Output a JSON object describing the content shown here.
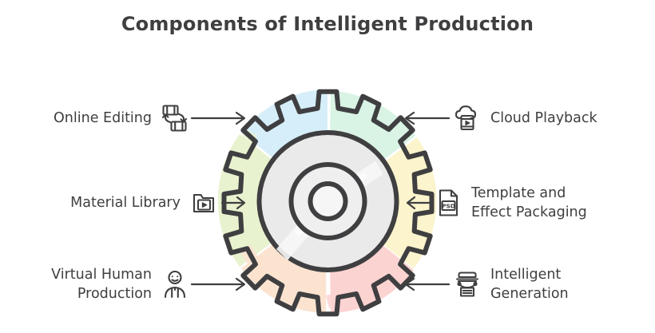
{
  "title": "Components of Intelligent Production",
  "diagram": {
    "center_name": "intelligent-production-gear",
    "gear": {
      "teeth": 14,
      "hub_label": "",
      "segments": [
        {
          "name": "online-editing-segment",
          "position": "top-left",
          "color": "#d6eef9"
        },
        {
          "name": "cloud-playback-segment",
          "position": "top-right",
          "color": "#d9f3e4"
        },
        {
          "name": "template-segment",
          "position": "right",
          "color": "#fbf4cc"
        },
        {
          "name": "intelligent-gen-segment",
          "position": "bottom-right",
          "color": "#fbd3d1"
        },
        {
          "name": "virtual-human-segment",
          "position": "bottom-left",
          "color": "#fbe3d0"
        },
        {
          "name": "material-library-segment",
          "position": "left",
          "color": "#e9f2cf"
        }
      ],
      "outline_color": "#3f3f41",
      "hub_color": "#eaeaea"
    }
  },
  "left_items": [
    {
      "label": "Online Editing",
      "icon": "film-swap-icon",
      "arrow": "arrow-right",
      "name": "online-editing"
    },
    {
      "label": "Material Library",
      "icon": "folder-play-icon",
      "arrow": "arrow-right",
      "name": "material-library"
    },
    {
      "label": "Virtual Human\nProduction",
      "icon": "person-icon",
      "arrow": "arrow-right",
      "name": "virtual-human-production"
    }
  ],
  "right_items": [
    {
      "label": "Cloud Playback",
      "icon": "cloud-video-icon",
      "arrow": "arrow-left",
      "name": "cloud-playback"
    },
    {
      "label": "Template and\nEffect Packaging",
      "icon": "psd-file-icon",
      "arrow": "arrow-left",
      "name": "template-and-effect-packaging"
    },
    {
      "label": "Intelligent\nGeneration",
      "icon": "typewriter-icon",
      "arrow": "arrow-left",
      "name": "intelligent-generation"
    }
  ],
  "colors": {
    "ink": "#3f3f41",
    "background": "#ffffff"
  }
}
